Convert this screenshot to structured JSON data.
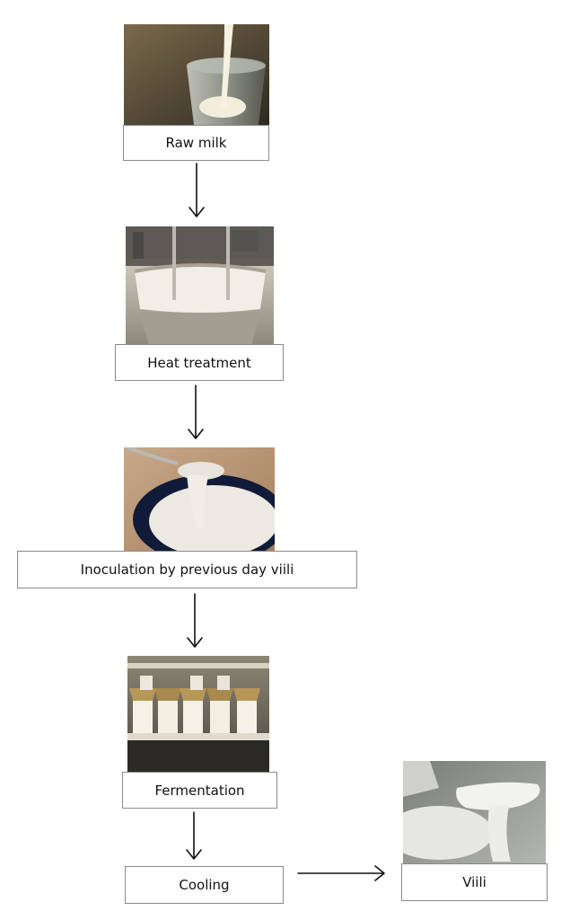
{
  "steps": {
    "raw_milk": "Raw milk",
    "heat_treatment": "Heat treatment",
    "inoculation": "Inoculation by previous day viili",
    "fermentation": "Fermentation",
    "cooling": "Cooling",
    "viili": "Viili"
  },
  "colors": {
    "arrow": "#111111",
    "box_border": "#8a8a8a",
    "milk": "#f3eedc",
    "yogurt": "#efeee8"
  }
}
